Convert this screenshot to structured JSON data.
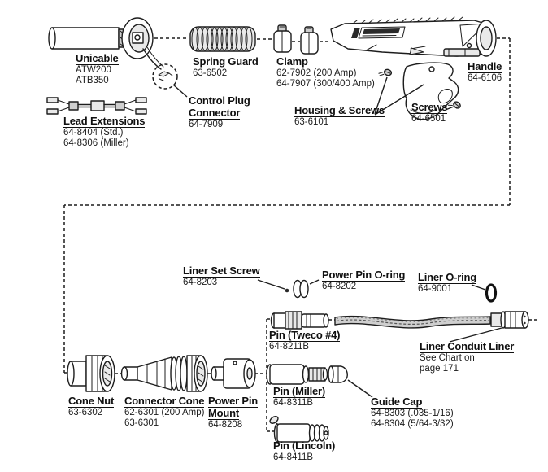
{
  "page": {
    "background_color": "#ffffff",
    "ink_color": "#1d1d1d",
    "kind": "exploded-parts-diagram"
  },
  "diagram": {
    "parts": [
      {
        "id": "unicable",
        "name": "Unicable",
        "numbers": [
          "ATW200",
          "ATB350"
        ]
      },
      {
        "id": "spring-guard",
        "name": "Spring Guard",
        "numbers": [
          "63-6502"
        ]
      },
      {
        "id": "clamp",
        "name": "Clamp",
        "numbers": [
          "62-7902 (200 Amp)",
          "64-7907 (300/400 Amp)"
        ]
      },
      {
        "id": "handle",
        "name": "Handle",
        "numbers": [
          "64-6106"
        ]
      },
      {
        "id": "control-plug-connector",
        "name_lines": [
          "Control Plug",
          "Connector"
        ],
        "numbers": [
          "64-7909"
        ]
      },
      {
        "id": "lead-extensions",
        "name": "Lead Extensions",
        "numbers": [
          "64-8404 (Std.)",
          "64-8306 (Miller)"
        ]
      },
      {
        "id": "housing-and-screws",
        "name": "Housing & Screws",
        "numbers": [
          "63-6101"
        ]
      },
      {
        "id": "screws",
        "name": "Screws",
        "numbers": [
          "64-6501"
        ]
      },
      {
        "id": "liner-set-screw",
        "name": "Liner Set Screw",
        "numbers": [
          "64-8203"
        ]
      },
      {
        "id": "power-pin-o-ring",
        "name": "Power Pin O-ring",
        "numbers": [
          "64-8202"
        ]
      },
      {
        "id": "liner-o-ring",
        "name": "Liner O-ring",
        "numbers": [
          "64-9001"
        ]
      },
      {
        "id": "pin-tweco",
        "name": "Pin (Tweco #4)",
        "numbers": [
          "64-8211B"
        ]
      },
      {
        "id": "liner-conduit-liner",
        "name": "Liner Conduit Liner",
        "notes": [
          "See Chart on",
          "page 171"
        ]
      },
      {
        "id": "cone-nut",
        "name": "Cone Nut",
        "numbers": [
          "63-6302"
        ]
      },
      {
        "id": "connector-cone",
        "name": "Connector Cone",
        "numbers": [
          "62-6301 (200 Amp)",
          "63-6301"
        ]
      },
      {
        "id": "power-pin-mount",
        "name_lines": [
          "Power Pin",
          "Mount"
        ],
        "numbers": [
          "64-8208"
        ]
      },
      {
        "id": "pin-miller",
        "name": "Pin (Miller)",
        "numbers": [
          "64-8311B"
        ]
      },
      {
        "id": "guide-cap",
        "name": "Guide Cap",
        "numbers": [
          "64-8303 (.035-1/16)",
          "64-8304 (5/64-3/32)"
        ]
      },
      {
        "id": "pin-lincoln",
        "name": "Pin (Lincoln)",
        "numbers": [
          "64-8411B"
        ]
      }
    ],
    "icons": [
      "brand-wordmark-illegible",
      "dashed-detail-circle",
      "o-ring-glyph",
      "screw-glyph"
    ]
  }
}
